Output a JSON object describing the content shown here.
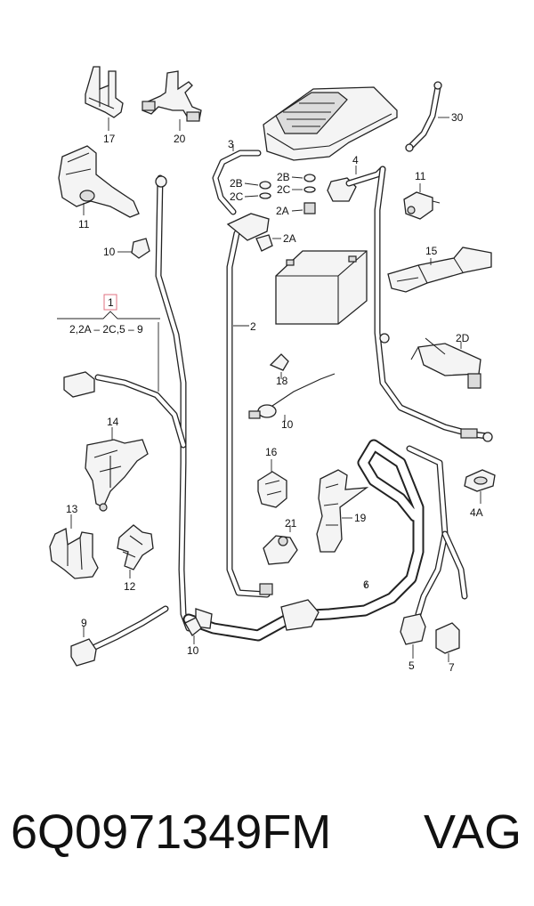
{
  "diagram": {
    "group_box_label": "1",
    "group_range_label": "2,2A – 2C,5 – 9",
    "callouts": [
      {
        "id": "c17",
        "text": "17"
      },
      {
        "id": "c20",
        "text": "20"
      },
      {
        "id": "c30",
        "text": "30"
      },
      {
        "id": "c3",
        "text": "3"
      },
      {
        "id": "c2B1",
        "text": "2B"
      },
      {
        "id": "c2C1",
        "text": "2C"
      },
      {
        "id": "c2B2",
        "text": "2B"
      },
      {
        "id": "c2C2",
        "text": "2C"
      },
      {
        "id": "c4",
        "text": "4"
      },
      {
        "id": "c2A1",
        "text": "2A"
      },
      {
        "id": "c11a",
        "text": "11"
      },
      {
        "id": "c11b",
        "text": "11"
      },
      {
        "id": "c10a",
        "text": "10"
      },
      {
        "id": "c2A2",
        "text": "2A"
      },
      {
        "id": "c15",
        "text": "15"
      },
      {
        "id": "c2",
        "text": "2"
      },
      {
        "id": "c2D",
        "text": "2D"
      },
      {
        "id": "c18",
        "text": "18"
      },
      {
        "id": "c10b",
        "text": "10"
      },
      {
        "id": "c14",
        "text": "14"
      },
      {
        "id": "c16",
        "text": "16"
      },
      {
        "id": "c19",
        "text": "19"
      },
      {
        "id": "c4A",
        "text": "4A"
      },
      {
        "id": "c13",
        "text": "13"
      },
      {
        "id": "c21",
        "text": "21"
      },
      {
        "id": "c12",
        "text": "12"
      },
      {
        "id": "c6",
        "text": "6"
      },
      {
        "id": "c9",
        "text": "9"
      },
      {
        "id": "c10c",
        "text": "10"
      },
      {
        "id": "c5",
        "text": "5"
      },
      {
        "id": "c7",
        "text": "7"
      }
    ]
  },
  "footer": {
    "part_number": "6Q0971349FM",
    "brand": "VAG"
  }
}
